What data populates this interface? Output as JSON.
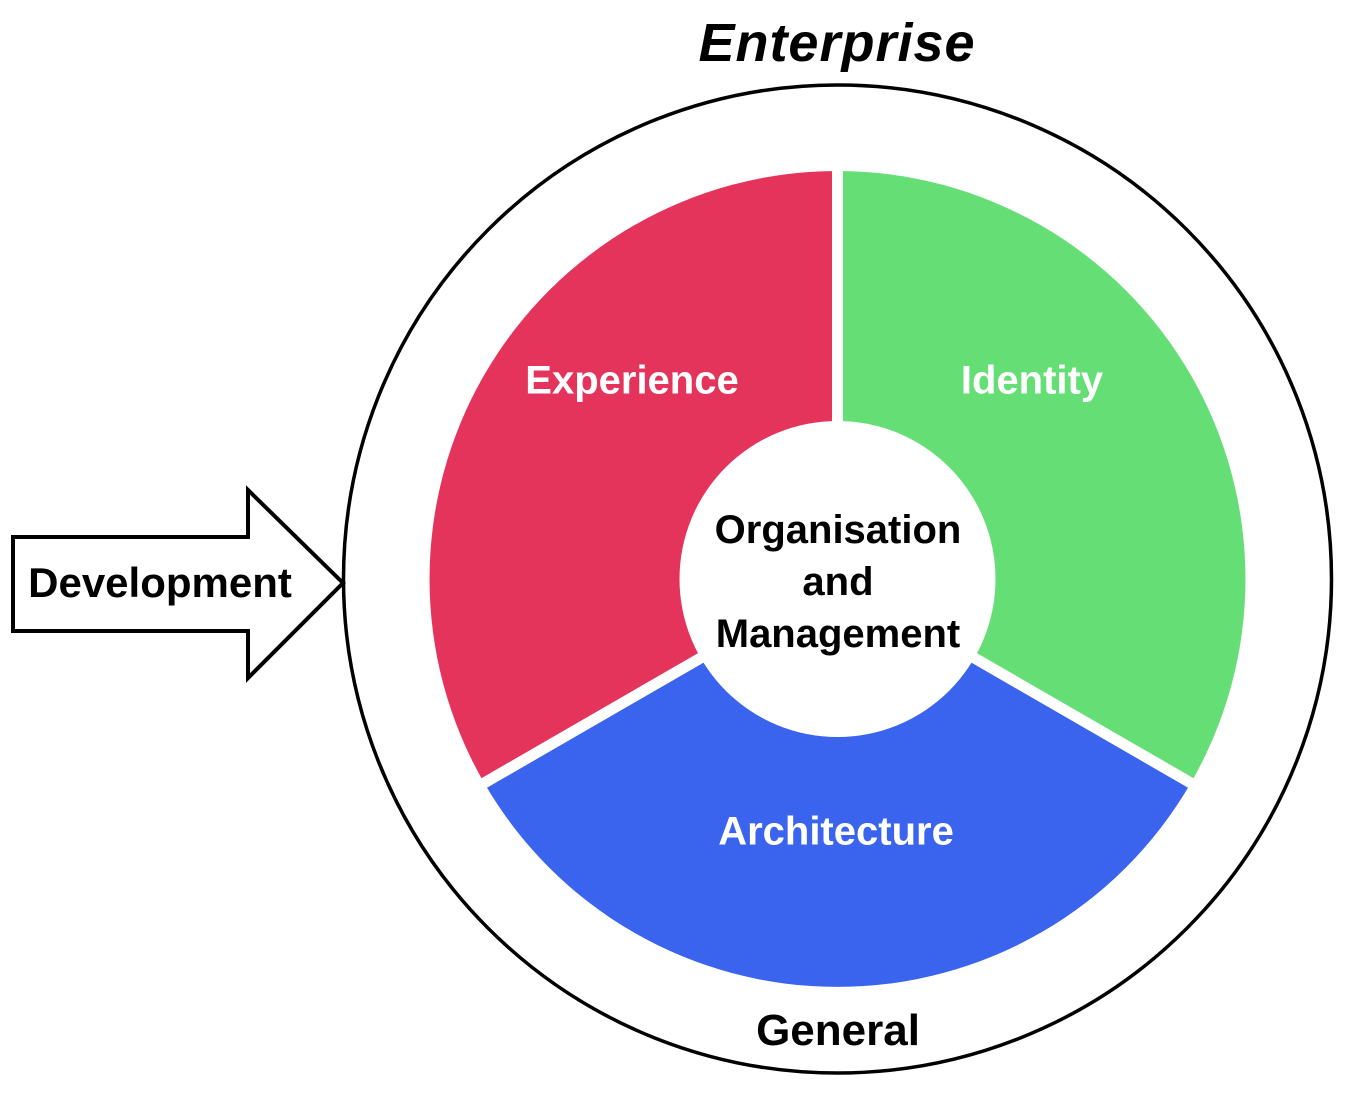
{
  "diagram": {
    "title": "Enterprise",
    "general_label": "General",
    "arrow": {
      "label": "Development",
      "direction": "right"
    },
    "center_label": {
      "line1": "Organisation",
      "line2": "and",
      "line3": "Management"
    },
    "segments": [
      {
        "id": "experience",
        "label": "Experience",
        "color": "#e5345b"
      },
      {
        "id": "identity",
        "label": "Identity",
        "color": "#66de76"
      },
      {
        "id": "architecture",
        "label": "Architecture",
        "color": "#3a64ee"
      }
    ],
    "colors": {
      "outline": "#000000",
      "background": "#ffffff",
      "segment_label_text": "#ffffff",
      "divider": "#ffffff"
    }
  }
}
